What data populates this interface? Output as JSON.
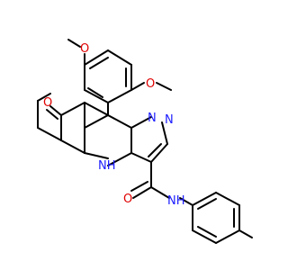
{
  "molecule": {
    "atoms": {
      "o_methoxy_top": "O",
      "o_methoxy_right": "O",
      "o_ketone": "O",
      "n_pyrazole_a": "N",
      "n_pyrazole_b": "N",
      "nh_ring": "NH",
      "o_amide": "O",
      "nh_amide": "NH"
    },
    "colors": {
      "oxygen": "#e00000",
      "nitrogen": "#1c1cff",
      "bond": "#000000"
    }
  }
}
